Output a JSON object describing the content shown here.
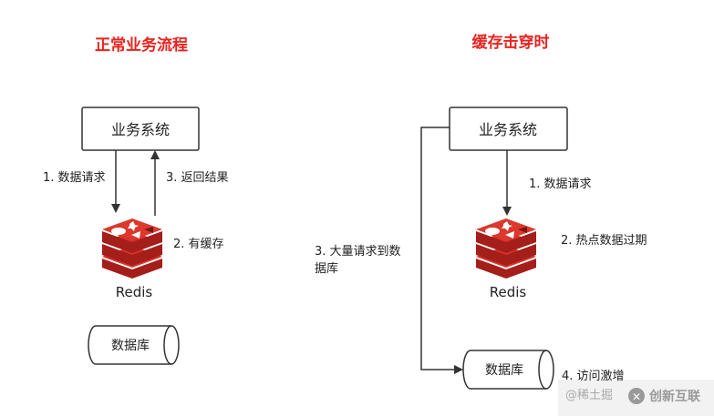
{
  "left": {
    "title": "正常业务流程",
    "system_box": "业务系统",
    "step1": "1. 数据请求",
    "step2": "2. 有缓存",
    "step3": "3. 返回结果",
    "redis_label": "Redis",
    "db_label": "数据库"
  },
  "right": {
    "title": "缓存击穿时",
    "system_box": "业务系统",
    "step1": "1. 数据请求",
    "step2": "2. 热点数据过期",
    "step3_line1": "3. 大量请求到数",
    "step3_line2": "据库",
    "step4": "4. 访问激增",
    "redis_label": "Redis",
    "db_label": "数据库"
  },
  "watermark": {
    "source": "@稀土掘",
    "logo": "创新互联"
  },
  "colors": {
    "title": "#e8231f",
    "redis": "#c8201d",
    "line": "#333333"
  }
}
